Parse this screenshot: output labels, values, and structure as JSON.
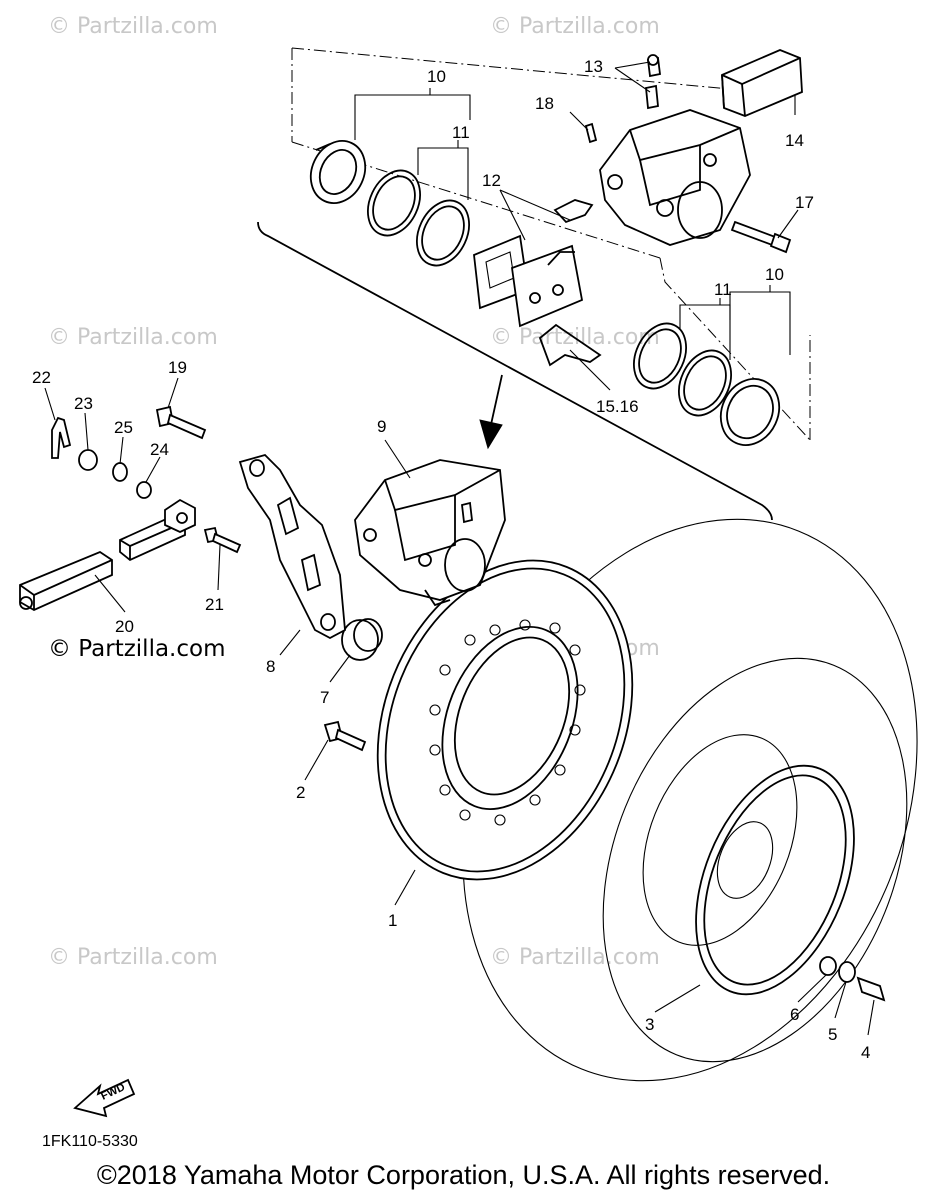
{
  "watermark_text": "© Partzilla.com",
  "diagram_code": "1FK110-5330",
  "copyright": "©2018  Yamaha Motor Corporation, U.S.A. All rights reserved.",
  "fwd_label": "FWD",
  "callouts": {
    "c1": "1",
    "c2": "2",
    "c3": "3",
    "c4": "4",
    "c5": "5",
    "c6": "6",
    "c7": "7",
    "c8": "8",
    "c9": "9",
    "c10a": "10",
    "c10b": "10",
    "c11a": "11",
    "c11b": "11",
    "c12": "12",
    "c13": "13",
    "c14": "14",
    "c15": "15.16",
    "c17": "17",
    "c18": "18",
    "c19": "19",
    "c20": "20",
    "c21": "21",
    "c22": "22",
    "c23": "23",
    "c24": "24",
    "c25": "25"
  }
}
